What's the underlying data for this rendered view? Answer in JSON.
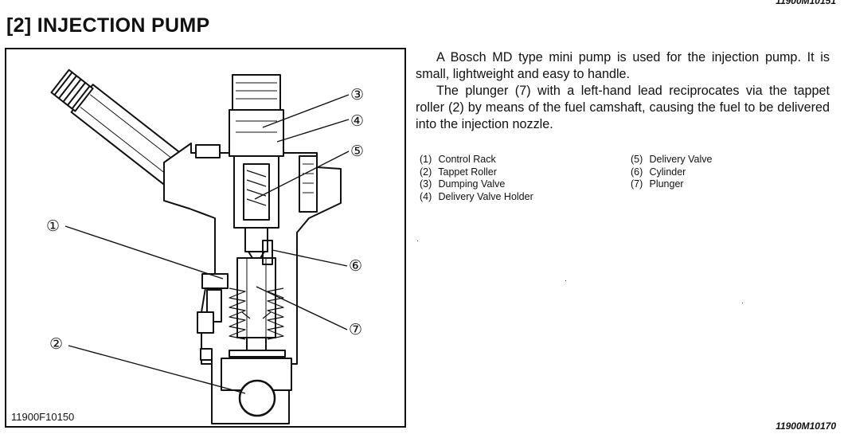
{
  "header": {
    "code_top": "11900M10151",
    "section_title": "[2] INJECTION PUMP"
  },
  "figure": {
    "code": "11900F10150",
    "callouts": [
      "①",
      "②",
      "③",
      "④",
      "⑤",
      "⑥",
      "⑦"
    ]
  },
  "body": {
    "paragraphs": [
      "A Bosch MD type mini pump is used for the injection pump.  It is small, lightweight and easy to handle.",
      "The plunger (7) with a left-hand lead reciprocates via the tappet roller (2) by means of the fuel camshaft, causing the fuel to be delivered into the injection nozzle."
    ]
  },
  "legend": {
    "left": [
      {
        "num": "(1)",
        "label": "Control Rack"
      },
      {
        "num": "(2)",
        "label": "Tappet Roller"
      },
      {
        "num": "(3)",
        "label": "Dumping Valve"
      },
      {
        "num": "(4)",
        "label": "Delivery Valve Holder"
      }
    ],
    "right": [
      {
        "num": "(5)",
        "label": "Delivery Valve"
      },
      {
        "num": "(6)",
        "label": "Cylinder"
      },
      {
        "num": "(7)",
        "label": "Plunger"
      }
    ]
  },
  "footer": {
    "code_bottom": "11900M10170"
  }
}
